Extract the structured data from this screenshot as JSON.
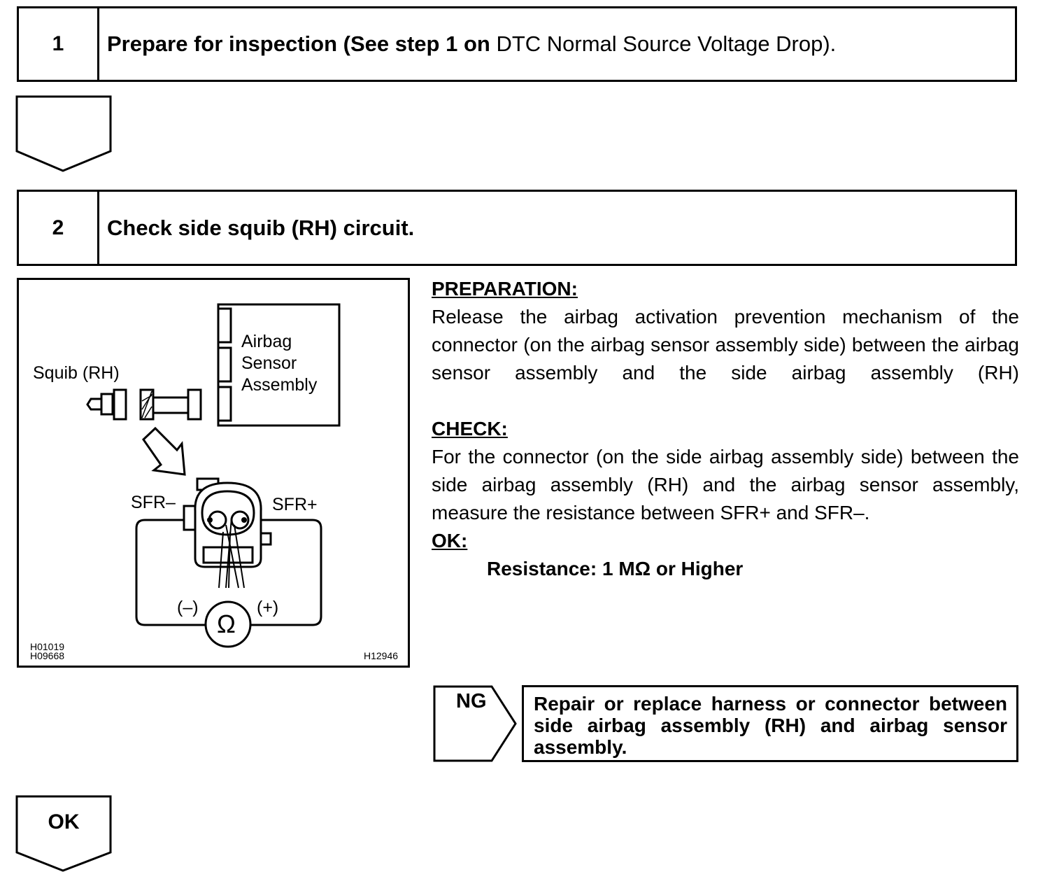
{
  "steps": [
    {
      "number": "1",
      "title_bold": "Prepare for inspection (See step 1 on",
      "title_normal": "DTC Normal Source Voltage Drop)."
    },
    {
      "number": "2",
      "title": "Check side squib (RH) circuit."
    }
  ],
  "figure": {
    "labels": {
      "squib": "Squib (RH)",
      "sensor_line1": "Airbag",
      "sensor_line2": "Sensor",
      "sensor_line3": "Assembly",
      "sfr_minus": "SFR–",
      "sfr_plus": "SFR+",
      "neg": "(–)",
      "pos": "(+)",
      "ohm": "Ω"
    },
    "codes": [
      "H01019",
      "H09668",
      "H12946"
    ]
  },
  "instructions": {
    "preparation_heading": "PREPARATION:",
    "preparation_text": "Release the airbag activation prevention mechanism of the connector (on the airbag sensor assembly side) between the airbag sensor assembly and the side airbag assembly (RH)",
    "check_heading": "CHECK:",
    "check_text": "For the connector (on the side airbag assembly side) between the side airbag assembly (RH) and the airbag sensor assembly, measure the resistance between SFR+ and SFR–.",
    "ok_heading": "OK:",
    "ok_spec": "Resistance: 1 MΩ or Higher"
  },
  "ng": {
    "label": "NG",
    "action": "Repair or replace harness or connector between side airbag assembly (RH) and airbag sensor assembly."
  },
  "ok_label": "OK"
}
